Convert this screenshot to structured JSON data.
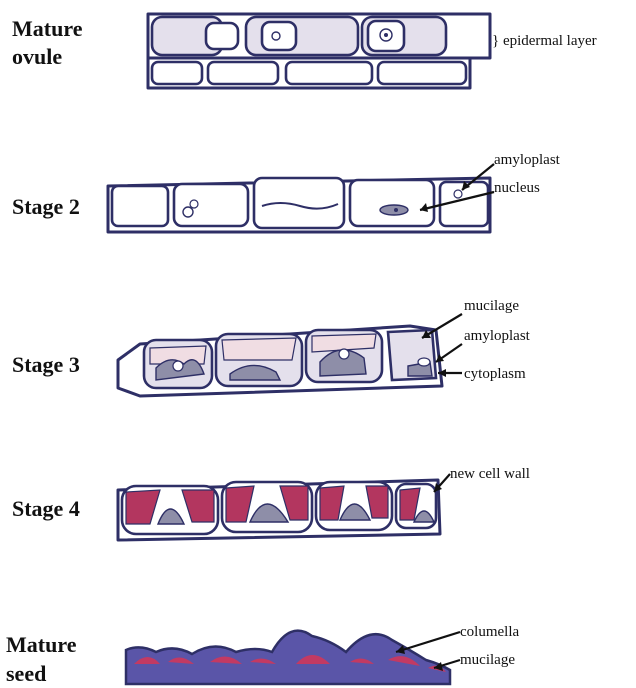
{
  "stages": [
    {
      "label_line1": "Mature",
      "label_line2": "ovule"
    },
    {
      "label_line1": "Stage 2"
    },
    {
      "label_line1": "Stage 3"
    },
    {
      "label_line1": "Stage 4"
    },
    {
      "label_line1": "Mature",
      "label_line2": "seed"
    }
  ],
  "callouts": {
    "epidermal_layer": "} epidermal layer",
    "amyloplast_1": "amyloplast",
    "nucleus": "nucleus",
    "mucilage_1": "mucilage",
    "amyloplast_2": "amyloplast",
    "cytoplasm": "cytoplasm",
    "new_cell_wall": "new cell wall",
    "columella": "columella",
    "mucilage_2": "mucilage"
  },
  "colors": {
    "cell_wall": "#2e2f66",
    "mucilage_light": "#f0dde3",
    "mucilage_dark": "#b3365f",
    "cytoplasm": "#8e8ea8",
    "seed_coat": "#5a55a8"
  }
}
